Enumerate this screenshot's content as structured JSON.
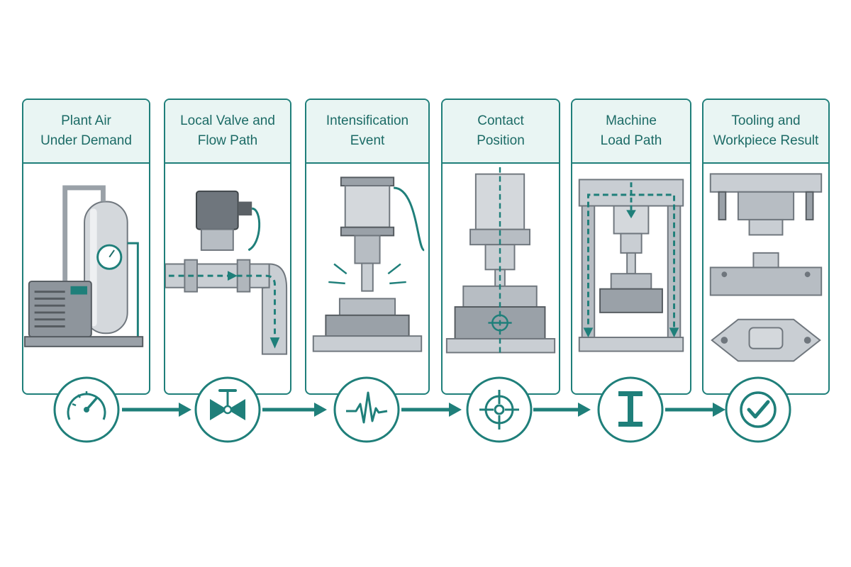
{
  "colors": {
    "accent": "#1f7f7a",
    "accent_dark": "#1c6b66",
    "header_bg": "#e9f5f3",
    "metal": "#c9ced3",
    "metal_dark": "#8e959c"
  },
  "stages": [
    {
      "id": "plant-air",
      "title": "Plant Air\nUnder Demand",
      "icon": "pressure-gauge-icon"
    },
    {
      "id": "valve-flow",
      "title": "Local Valve and\nFlow Path",
      "icon": "valve-icon"
    },
    {
      "id": "intensification",
      "title": "Intensification\nEvent",
      "icon": "pulse-waveform-icon"
    },
    {
      "id": "contact-position",
      "title": "Contact\nPosition",
      "icon": "crosshair-target-icon"
    },
    {
      "id": "machine-load",
      "title": "Machine\nLoad Path",
      "icon": "i-beam-icon"
    },
    {
      "id": "tooling-result",
      "title": "Tooling and\nWorkpiece Result",
      "icon": "checkmark-circle-icon"
    }
  ]
}
